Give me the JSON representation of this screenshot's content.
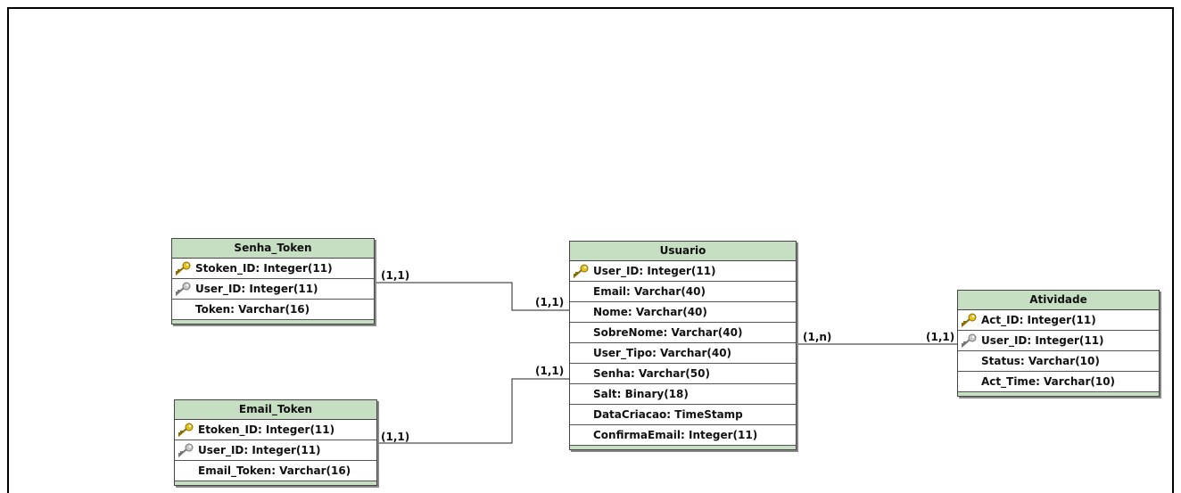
{
  "entities": {
    "senha_token": {
      "title": "Senha_Token",
      "fields": [
        {
          "label": "Stoken_ID: Integer(11)",
          "key": "primary"
        },
        {
          "label": "User_ID: Integer(11)",
          "key": "foreign"
        },
        {
          "label": "Token: Varchar(16)",
          "key": "none"
        }
      ]
    },
    "email_token": {
      "title": "Email_Token",
      "fields": [
        {
          "label": "Etoken_ID: Integer(11)",
          "key": "primary"
        },
        {
          "label": "User_ID: Integer(11)",
          "key": "foreign"
        },
        {
          "label": "Email_Token: Varchar(16)",
          "key": "none"
        }
      ]
    },
    "usuario": {
      "title": "Usuario",
      "fields": [
        {
          "label": "User_ID: Integer(11)",
          "key": "primary"
        },
        {
          "label": "Email: Varchar(40)",
          "key": "none"
        },
        {
          "label": "Nome: Varchar(40)",
          "key": "none"
        },
        {
          "label": "SobreNome: Varchar(40)",
          "key": "none"
        },
        {
          "label": "User_Tipo: Varchar(40)",
          "key": "none"
        },
        {
          "label": "Senha: Varchar(50)",
          "key": "none"
        },
        {
          "label": "Salt: Binary(18)",
          "key": "none"
        },
        {
          "label": "DataCriacao: TimeStamp",
          "key": "none"
        },
        {
          "label": "ConfirmaEmail: Integer(11)",
          "key": "none"
        }
      ]
    },
    "atividade": {
      "title": "Atividade",
      "fields": [
        {
          "label": "Act_ID: Integer(11)",
          "key": "primary"
        },
        {
          "label": "User_ID: Integer(11)",
          "key": "foreign"
        },
        {
          "label": "Status: Varchar(10)",
          "key": "none"
        },
        {
          "label": "Act_Time: Varchar(10)",
          "key": "none"
        }
      ]
    }
  },
  "relationships": [
    {
      "from": "Senha_Token",
      "to": "Usuario",
      "from_card": "(1,1)",
      "to_card": "(1,1)"
    },
    {
      "from": "Email_Token",
      "to": "Usuario",
      "from_card": "(1,1)",
      "to_card": "(1,1)"
    },
    {
      "from": "Usuario",
      "to": "Atividade",
      "from_card": "(1,n)",
      "to_card": "(1,1)"
    }
  ],
  "colors": {
    "header": "#c6dfc3",
    "primary_key": "#e8c21c",
    "foreign_key": "#a8a8a8"
  }
}
